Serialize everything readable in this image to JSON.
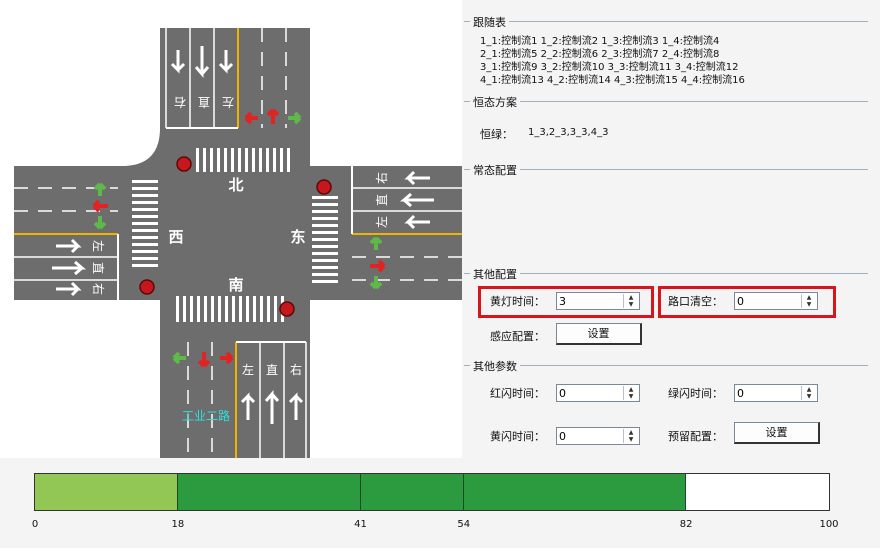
{
  "map": {
    "dir_north": "北",
    "dir_south": "南",
    "dir_east": "东",
    "dir_west": "西",
    "lane_left": "左",
    "lane_straight": "直",
    "lane_right": "右",
    "road_name": "工业二路"
  },
  "follow_table": {
    "title": "跟随表",
    "rows": [
      "1_1:控制流1    1_2:控制流2    1_3:控制流3    1_4:控制流4",
      "2_1:控制流5    2_2:控制流6    2_3:控制流7    2_4:控制流8",
      "3_1:控制流9    3_2:控制流10    3_3:控制流11    3_4:控制流12",
      "4_1:控制流13    4_2:控制流14    4_3:控制流15    4_4:控制流16"
    ]
  },
  "constant_plan": {
    "title": "恒态方案",
    "label": "恒绿：",
    "value": "1_3,2_3,3_3,4_3"
  },
  "constant_config": {
    "title": "常态配置"
  },
  "other_config": {
    "title": "其他配置",
    "yellow_time_label": "黄灯时间：",
    "yellow_time_value": "3",
    "clear_label": "路口清空：",
    "clear_value": "0",
    "sense_label": "感应配置：",
    "sense_button": "设置"
  },
  "other_params": {
    "title": "其他参数",
    "red_flash_label": "红闪时间：",
    "red_flash_value": "0",
    "green_flash_label": "绿闪时间：",
    "green_flash_value": "0",
    "yellow_flash_label": "黄闪时间：",
    "yellow_flash_value": "0",
    "reserve_label": "预留配置：",
    "reserve_button": "设置"
  },
  "timeline": {
    "total": 100,
    "ticks": [
      "0",
      "18",
      "41",
      "54",
      "82",
      "100"
    ],
    "segments": [
      {
        "start": 0,
        "end": 18,
        "color": "#92c655"
      },
      {
        "start": 18,
        "end": 41,
        "color": "#2c9a3e"
      },
      {
        "start": 41,
        "end": 54,
        "color": "#2c9a3e"
      },
      {
        "start": 54,
        "end": 82,
        "color": "#2c9a3e"
      },
      {
        "start": 82,
        "end": 100,
        "color": "#ffffff"
      }
    ]
  },
  "colors": {
    "road": "#6d6d6d",
    "sidewalk": "#ffffff",
    "lane_yellow": "#f0b400",
    "arrow_green": "#5fb84a",
    "arrow_red": "#e02424",
    "signal_red": "#c8161d",
    "highlight": "#d9141a"
  }
}
